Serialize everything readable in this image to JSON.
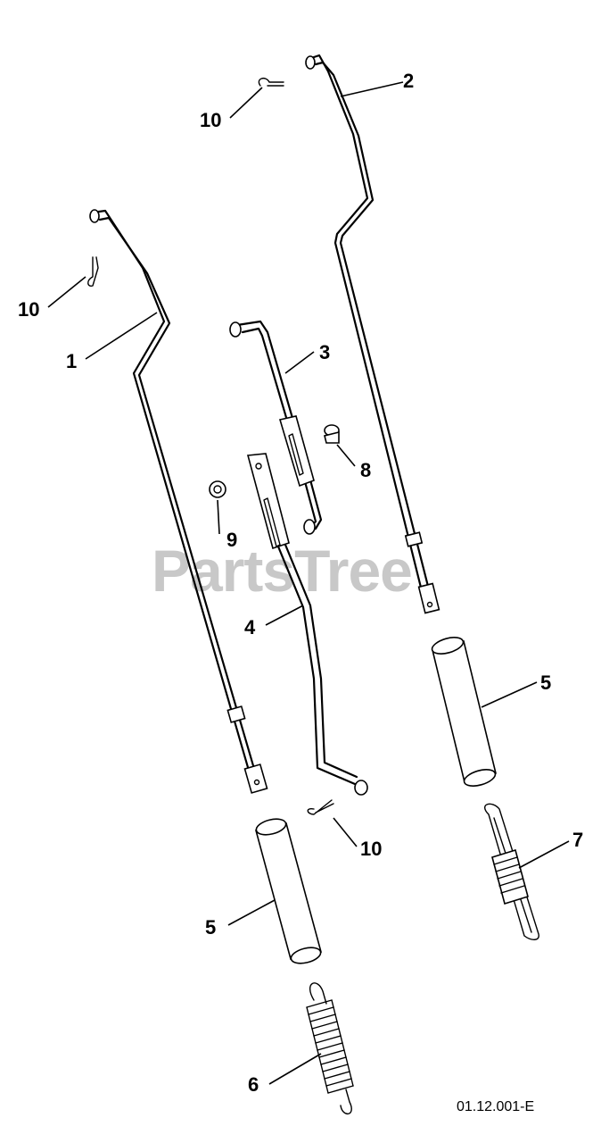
{
  "diagram": {
    "watermark": "PartsTree",
    "reference_code": "01.12.001-E",
    "callouts": {
      "c1": "1",
      "c2": "2",
      "c3": "3",
      "c4": "4",
      "c5a": "5",
      "c5b": "5",
      "c6": "6",
      "c7": "7",
      "c8": "8",
      "c9": "9",
      "c10a": "10",
      "c10b": "10",
      "c10c": "10"
    }
  }
}
